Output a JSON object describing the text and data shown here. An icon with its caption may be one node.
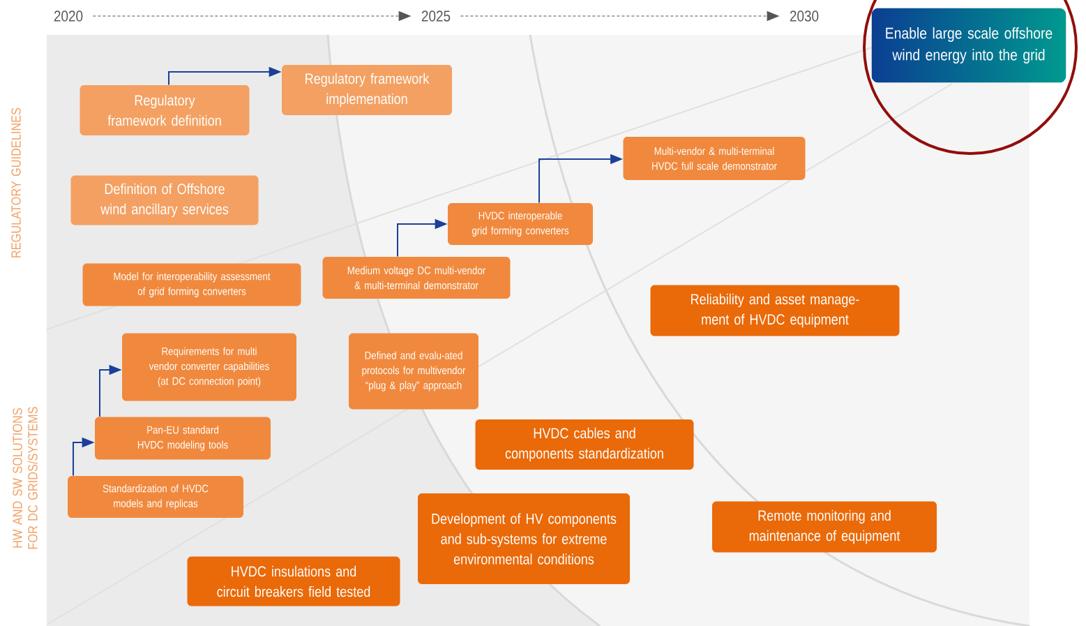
{
  "diagram": {
    "nodes": [
      {
        "text": [
          "2020"
        ]
      },
      {
        "text": [
          "2025"
        ]
      },
      {
        "text": [
          "2030"
        ]
      },
      {
        "text": [
          "Enable large scale offshore wind energy into the grid"
        ]
      },
      {
        "text": [
          "Regulatory framework definition"
        ]
      },
      {
        "text": [
          "Regulatory framework implemenation"
        ]
      },
      {
        "text": [
          "Definition of Offshore wind ancillary services"
        ]
      },
      {
        "text": [
          "Multi-vendor & multi-terminal HVDC full scale demonstrator"
        ]
      },
      {
        "text": [
          "HVDC interoperable grid forming converters"
        ]
      },
      {
        "text": [
          "Model for interoperability assessment of grid forming converters"
        ]
      },
      {
        "text": [
          "Medium voltage DC multi-vendor & multi-terminal demonstrator"
        ]
      },
      {
        "text": [
          "Reliability and asset manage-ment of HVDC equipment"
        ]
      },
      {
        "text": [
          "Requirements for multi vendor converter capabilities (at DC connection point)"
        ]
      },
      {
        "text": [
          "Defined and evalu-ated protocols for multivendor “plug & play” approach"
        ]
      },
      {
        "text": [
          "Pan-EU standard HVDC modeling tools"
        ]
      },
      {
        "text": [
          "HVDC cables and components standardization"
        ]
      },
      {
        "text": [
          "Standardization of HVDC models and replicas"
        ]
      },
      {
        "text": [
          "Development of HV components and sub-systems for extreme environmental conditions"
        ]
      },
      {
        "text": [
          "Remote monitoring and maintenance of equipment"
        ]
      },
      {
        "text": [
          "HVDC insulations and circuit breakers field tested"
        ]
      }
    ],
    "edges": [
      {
        "from": 0,
        "to": 1,
        "arrow": "to",
        "style": "dashed",
        "color": "#555555"
      },
      {
        "from": 1,
        "to": 2,
        "arrow": "to",
        "style": "dashed",
        "color": "#555555"
      },
      {
        "from": 4,
        "to": 5,
        "arrow": "to"
      },
      {
        "from": 10,
        "to": 8,
        "arrow": "to"
      },
      {
        "from": 8,
        "to": 7,
        "arrow": "to"
      },
      {
        "from": 16,
        "to": 14,
        "arrow": "to"
      },
      {
        "from": 14,
        "to": 12,
        "arrow": "to"
      }
    ],
    "labels": [
      "REGULATORY GUIDELINES",
      "HW AND SW SOLUTIONS FOR DC GRIDS/SYSTEMS"
    ]
  }
}
